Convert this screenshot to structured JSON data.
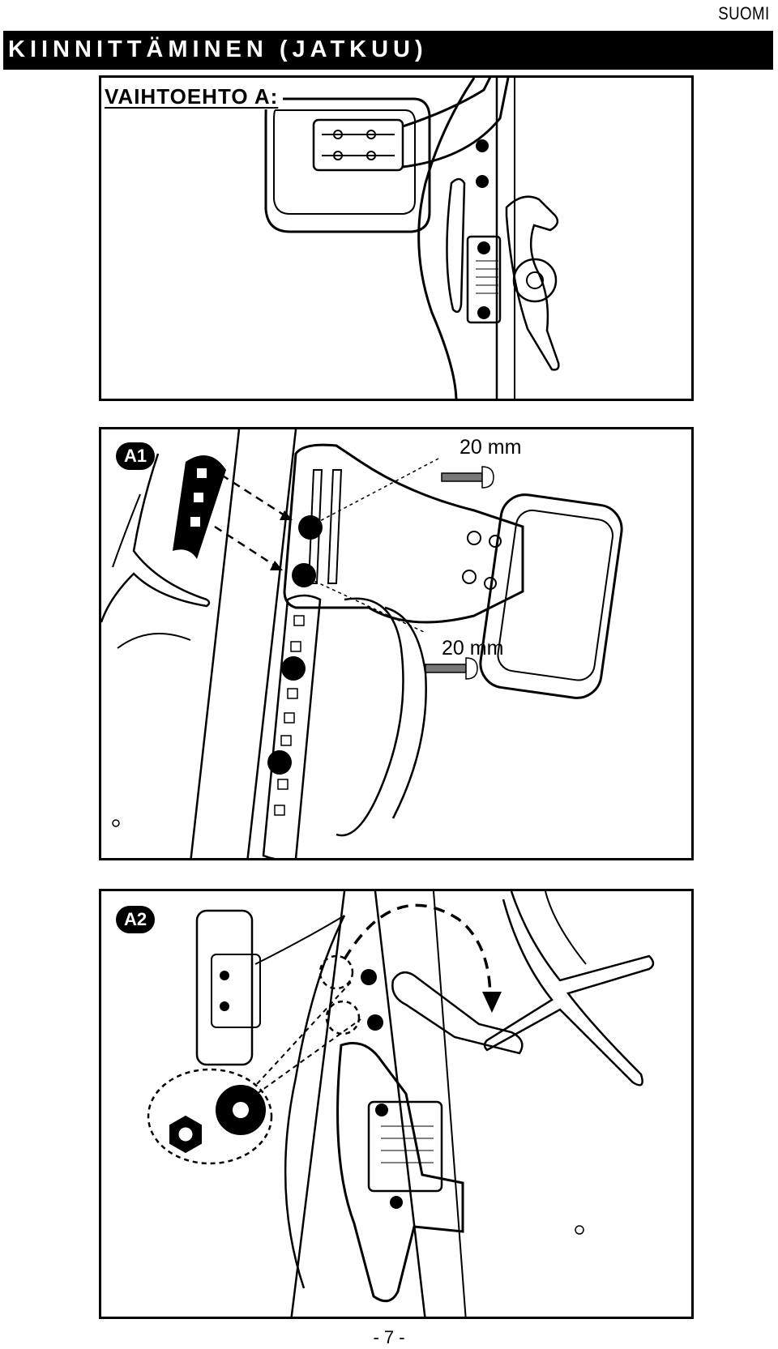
{
  "language": "SUOMI",
  "section_title": "KIINNITTÄMINEN (JATKUU)",
  "option_a": {
    "label": "VAIHTOEHTO A:"
  },
  "step_a1": {
    "badge": "A1",
    "screw_top_length": "20 mm",
    "screw_bottom_length": "20 mm"
  },
  "step_a2": {
    "badge": "A2"
  },
  "page_number": "- 7 -"
}
